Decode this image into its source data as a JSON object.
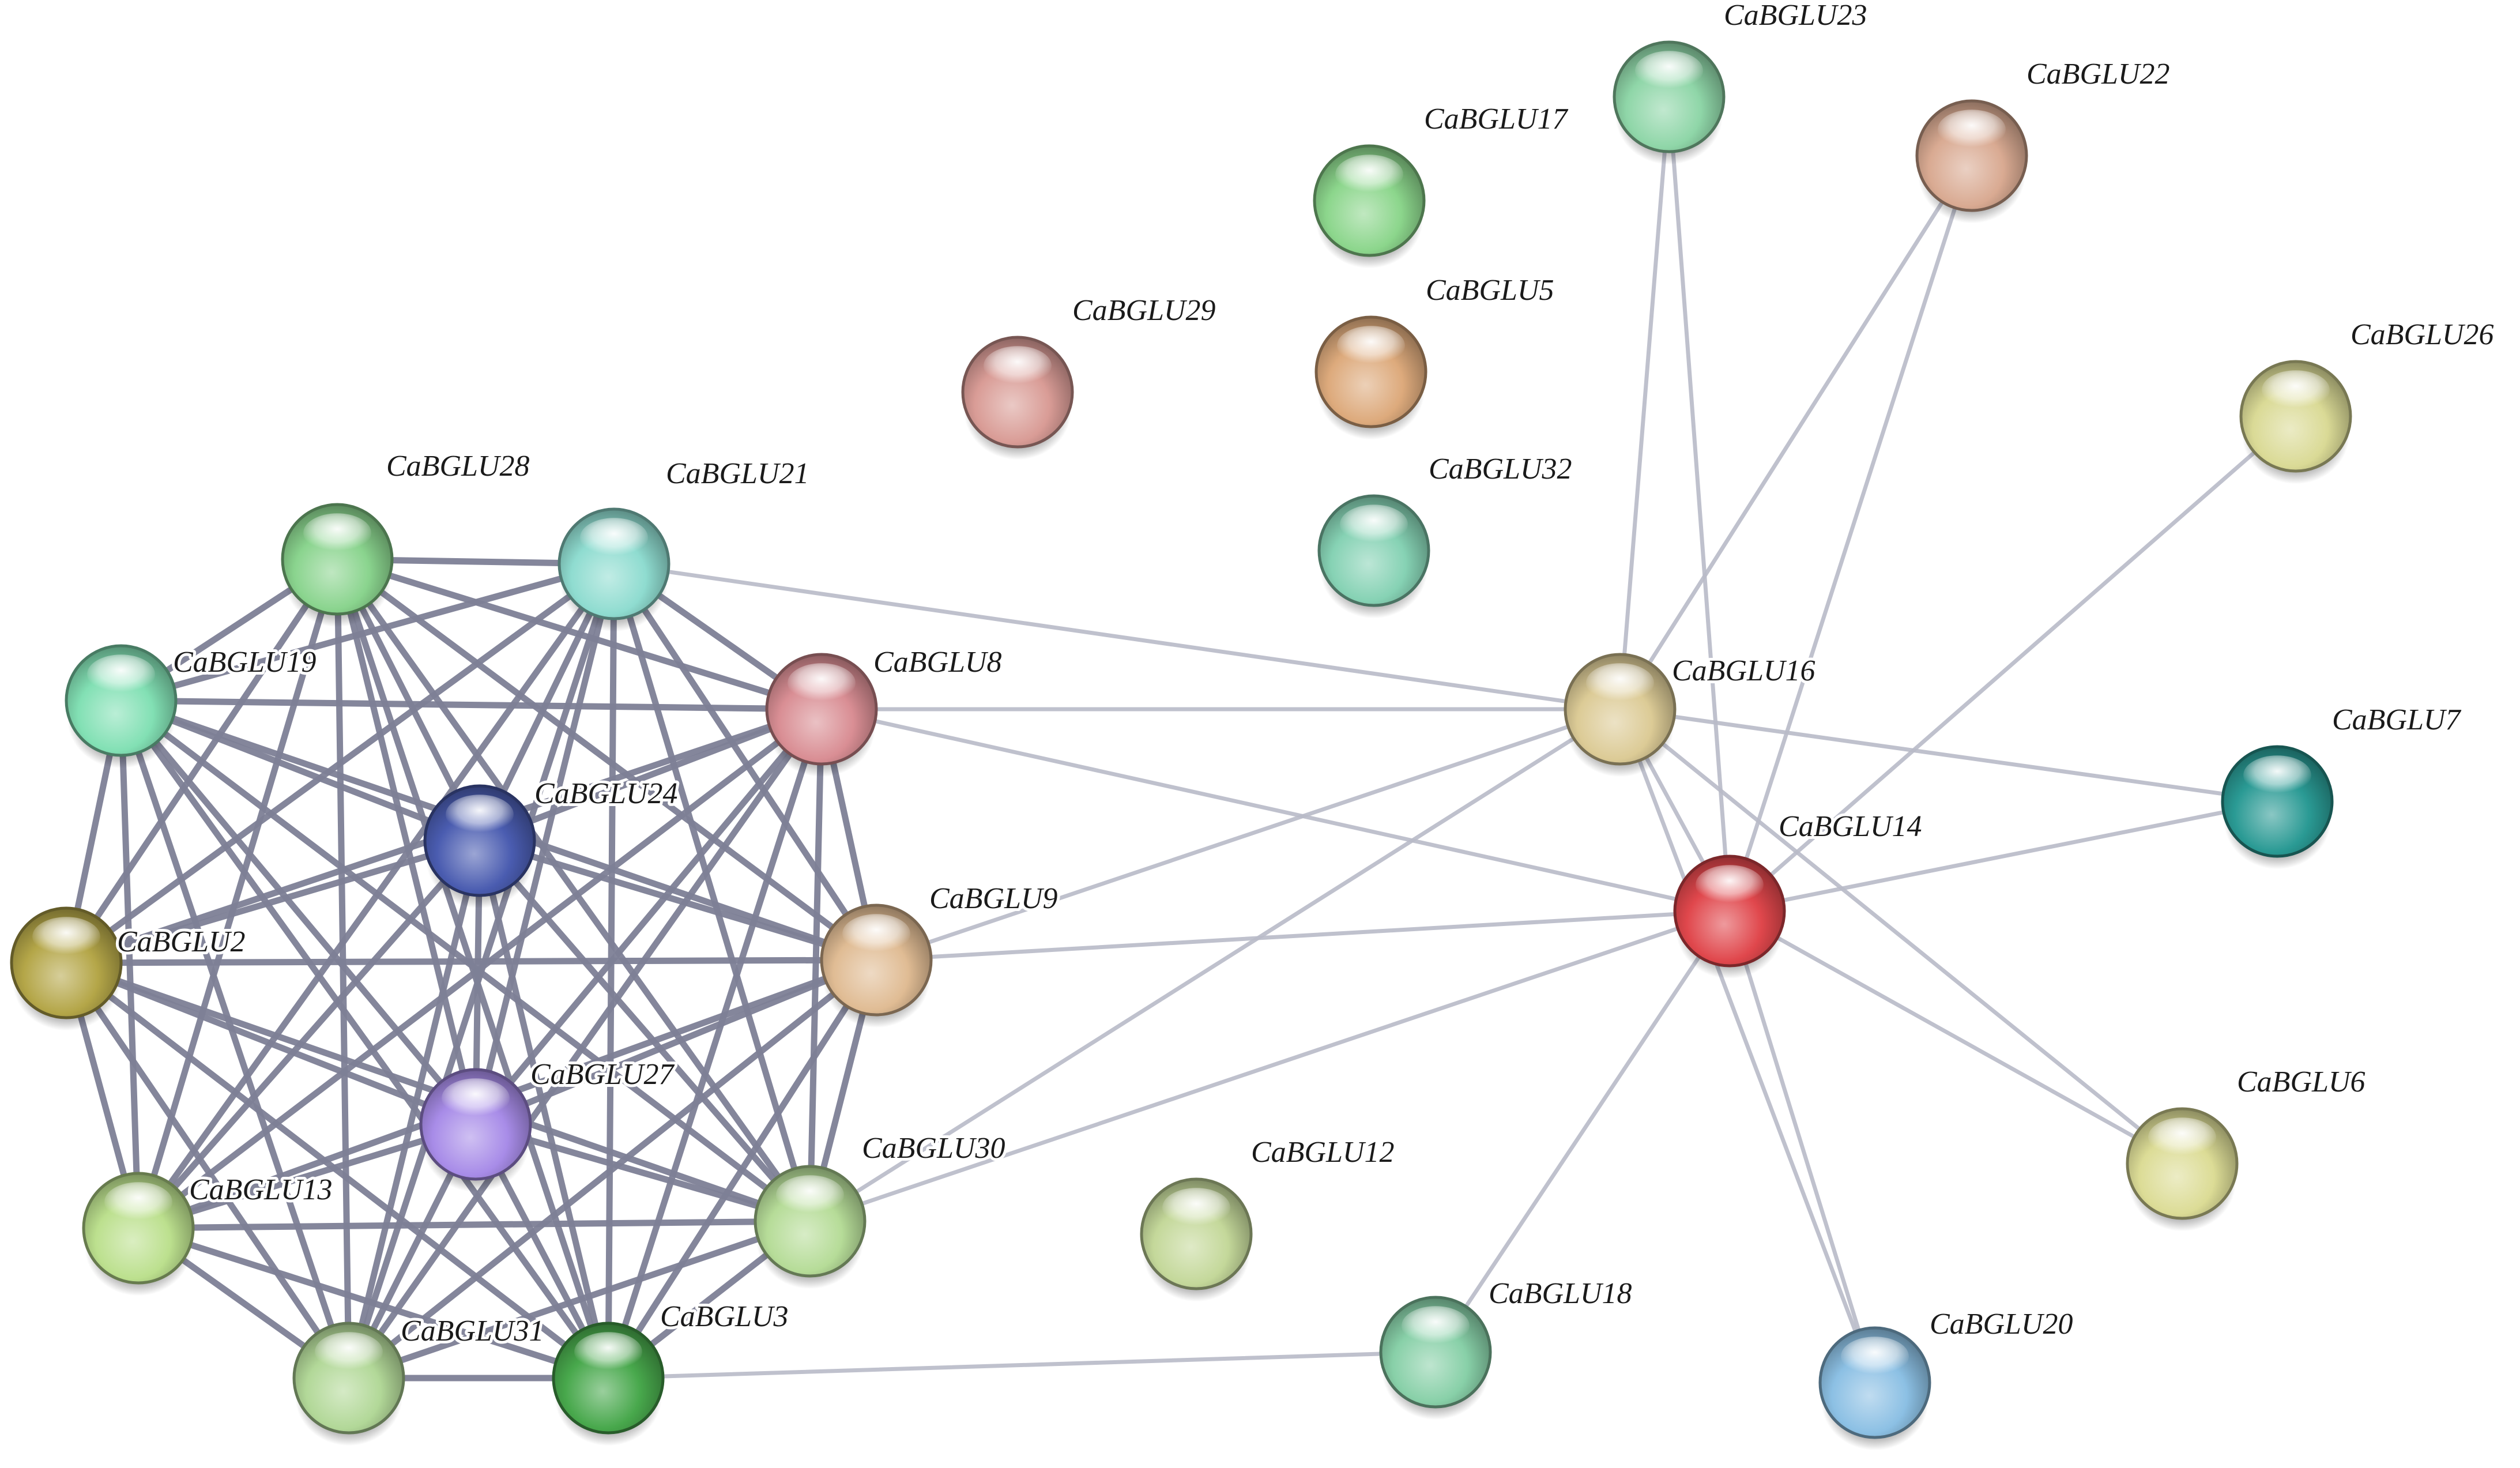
{
  "diagram": {
    "type": "protein-interaction-network",
    "edge_colors": {
      "strong": "#7d8096",
      "weak": "#b8bac8"
    },
    "nodes": [
      {
        "id": "CaBGLU23",
        "label": "CaBGLU23",
        "color": "#8fd6a8"
      },
      {
        "id": "CaBGLU22",
        "label": "CaBGLU22",
        "color": "#d9aa92"
      },
      {
        "id": "CaBGLU17",
        "label": "CaBGLU17",
        "color": "#8cd68c"
      },
      {
        "id": "CaBGLU5",
        "label": "CaBGLU5",
        "color": "#ddaa7c"
      },
      {
        "id": "CaBGLU29",
        "label": "CaBGLU29",
        "color": "#d99c96"
      },
      {
        "id": "CaBGLU32",
        "label": "CaBGLU32",
        "color": "#86d2b4"
      },
      {
        "id": "CaBGLU26",
        "label": "CaBGLU26",
        "color": "#dada96"
      },
      {
        "id": "CaBGLU28",
        "label": "CaBGLU28",
        "color": "#8ad48e"
      },
      {
        "id": "CaBGLU21",
        "label": "CaBGLU21",
        "color": "#8fdcd0"
      },
      {
        "id": "CaBGLU19",
        "label": "CaBGLU19",
        "color": "#82e0b4"
      },
      {
        "id": "CaBGLU8",
        "label": "CaBGLU8",
        "color": "#d98e94"
      },
      {
        "id": "CaBGLU16",
        "label": "CaBGLU16",
        "color": "#dccb96"
      },
      {
        "id": "CaBGLU7",
        "label": "CaBGLU7",
        "color": "#2a9a94"
      },
      {
        "id": "CaBGLU24",
        "label": "CaBGLU24",
        "color": "#4a5cb0"
      },
      {
        "id": "CaBGLU14",
        "label": "CaBGLU14",
        "color": "#e0474c"
      },
      {
        "id": "CaBGLU2",
        "label": "CaBGLU2",
        "color": "#b4a648"
      },
      {
        "id": "CaBGLU9",
        "label": "CaBGLU9",
        "color": "#e0bc94"
      },
      {
        "id": "CaBGLU27",
        "label": "CaBGLU27",
        "color": "#a88ce8"
      },
      {
        "id": "CaBGLU6",
        "label": "CaBGLU6",
        "color": "#dcdc96"
      },
      {
        "id": "CaBGLU13",
        "label": "CaBGLU13",
        "color": "#bce08e"
      },
      {
        "id": "CaBGLU30",
        "label": "CaBGLU30",
        "color": "#b6dc98"
      },
      {
        "id": "CaBGLU12",
        "label": "CaBGLU12",
        "color": "#c4d89a"
      },
      {
        "id": "CaBGLU31",
        "label": "CaBGLU31",
        "color": "#b2d898"
      },
      {
        "id": "CaBGLU3",
        "label": "CaBGLU3",
        "color": "#48a84c"
      },
      {
        "id": "CaBGLU18",
        "label": "CaBGLU18",
        "color": "#88d0a8"
      },
      {
        "id": "CaBGLU20",
        "label": "CaBGLU20",
        "color": "#8cc0e4"
      }
    ],
    "cluster": [
      "CaBGLU28",
      "CaBGLU21",
      "CaBGLU19",
      "CaBGLU8",
      "CaBGLU24",
      "CaBGLU2",
      "CaBGLU9",
      "CaBGLU27",
      "CaBGLU13",
      "CaBGLU30",
      "CaBGLU31",
      "CaBGLU3"
    ],
    "weak_edges": [
      [
        "CaBGLU21",
        "CaBGLU16"
      ],
      [
        "CaBGLU8",
        "CaBGLU16"
      ],
      [
        "CaBGLU8",
        "CaBGLU14"
      ],
      [
        "CaBGLU9",
        "CaBGLU16"
      ],
      [
        "CaBGLU9",
        "CaBGLU14"
      ],
      [
        "CaBGLU30",
        "CaBGLU16"
      ],
      [
        "CaBGLU30",
        "CaBGLU14"
      ],
      [
        "CaBGLU3",
        "CaBGLU18"
      ],
      [
        "CaBGLU16",
        "CaBGLU23"
      ],
      [
        "CaBGLU16",
        "CaBGLU22"
      ],
      [
        "CaBGLU16",
        "CaBGLU14"
      ],
      [
        "CaBGLU16",
        "CaBGLU7"
      ],
      [
        "CaBGLU16",
        "CaBGLU6"
      ],
      [
        "CaBGLU16",
        "CaBGLU20"
      ],
      [
        "CaBGLU14",
        "CaBGLU23"
      ],
      [
        "CaBGLU14",
        "CaBGLU22"
      ],
      [
        "CaBGLU14",
        "CaBGLU26"
      ],
      [
        "CaBGLU14",
        "CaBGLU7"
      ],
      [
        "CaBGLU14",
        "CaBGLU6"
      ],
      [
        "CaBGLU14",
        "CaBGLU18"
      ],
      [
        "CaBGLU14",
        "CaBGLU20"
      ]
    ]
  }
}
